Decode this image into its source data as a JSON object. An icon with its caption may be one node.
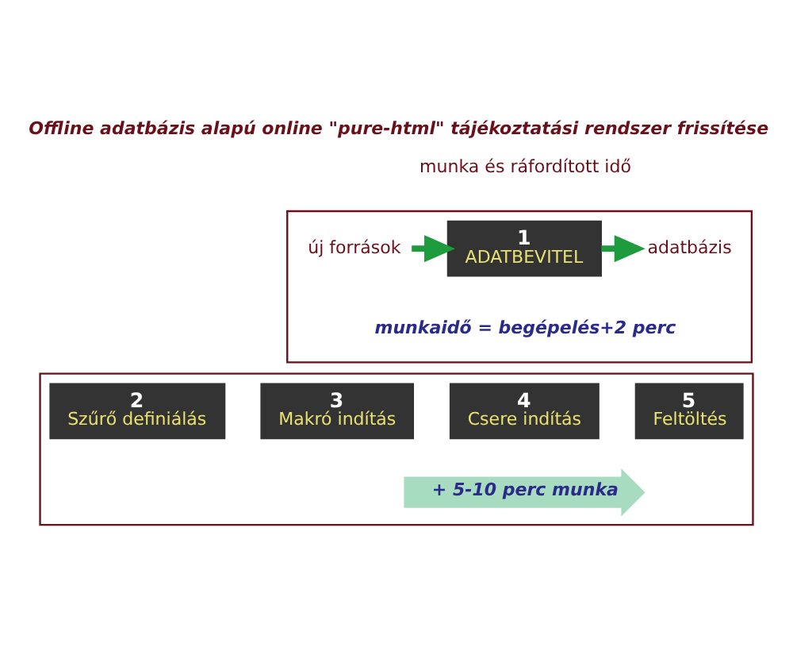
{
  "diagram": {
    "title": "Offline adatbázis alapú online \"pure-html\" tájékoztatási rendszer frissítése",
    "nodes": [
      {
        "text": [],
        "shape": "box"
      },
      {
        "text": [
          "új források"
        ],
        "in": 0
      },
      {
        "text": [
          "1",
          "ADATBEVITEL"
        ],
        "in": 0
      },
      {
        "text": [
          "adatbázis"
        ],
        "in": 0
      },
      {
        "text": [],
        "shape": "box"
      },
      {
        "text": [
          "2",
          "Szűrő definiálás"
        ],
        "in": 4
      },
      {
        "text": [
          "3",
          "Makró indítás"
        ],
        "in": 4
      },
      {
        "text": [
          "4",
          "Csere indítás"
        ],
        "in": 4
      },
      {
        "text": [
          "5",
          "Feltöltés"
        ],
        "in": 4
      }
    ],
    "edges": [
      {
        "from": 1,
        "to": 2,
        "arrow": "to"
      },
      {
        "from": 2,
        "to": 3,
        "arrow": "to"
      }
    ],
    "labels": [
      "munka és ráfordított idő",
      "munkaidő = begépelés+2 perc",
      "+ 5-10 perc munka"
    ]
  }
}
